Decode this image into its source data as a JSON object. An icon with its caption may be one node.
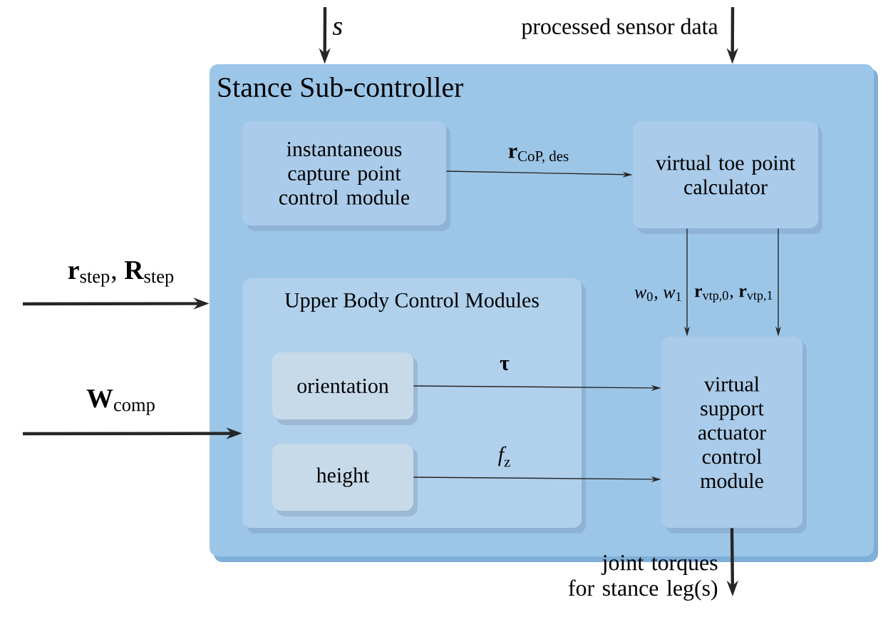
{
  "diagram": {
    "nodes": [
      {
        "text": [
          "Stance Sub-controller"
        ]
      },
      {
        "text": [
          "instantaneous capture point control module"
        ],
        "in": 0
      },
      {
        "text": [
          "virtual toe point calculator"
        ],
        "in": 0
      },
      {
        "text": [
          "Upper Body Control Modules"
        ],
        "in": 0
      },
      {
        "text": [
          "orientation"
        ],
        "in": 3
      },
      {
        "text": [
          "height"
        ],
        "in": 3
      },
      {
        "text": [
          "virtual support actuator control module"
        ],
        "in": 0
      }
    ],
    "edges": [
      {
        "from": null,
        "to": 0,
        "arrow": "to",
        "label": "\\textit{s}",
        "style": "thick"
      },
      {
        "from": null,
        "to": 0,
        "arrow": "to",
        "label": "processed sensor data",
        "style": "thick"
      },
      {
        "from": null,
        "to": 0,
        "arrow": "to",
        "label": "\\textbf{r}_{\\text{step}}\\text{, }\\textbf{R}_{\\text{step}}",
        "style": "thick"
      },
      {
        "from": null,
        "to": 3,
        "arrow": "to",
        "label": "\\textbf{W}_{\\text{comp}}",
        "style": "thick"
      },
      {
        "from": 1,
        "to": 2,
        "arrow": "to",
        "label": "\\textbf{r}_{\\text{CoP, des}}"
      },
      {
        "from": 2,
        "to": 6,
        "arrow": "to",
        "label": "\\textit{w}_{\\text{0}}\\text{, }\\textit{w}_{\\text{1}}"
      },
      {
        "from": 2,
        "to": 6,
        "arrow": "to",
        "label": "\\textbf{r}_{\\text{vtp,0}}\\text{, }\\textbf{r}_{\\text{vtp,1}}"
      },
      {
        "from": 4,
        "to": 6,
        "arrow": "to",
        "label": "\\textbf{τ}"
      },
      {
        "from": 5,
        "to": 6,
        "arrow": "to",
        "label": "\\textit{f}_{\\text{z}}"
      },
      {
        "from": 6,
        "to": null,
        "arrow": "to",
        "label": "joint torques for stance leg(s)",
        "style": "thick"
      }
    ]
  }
}
